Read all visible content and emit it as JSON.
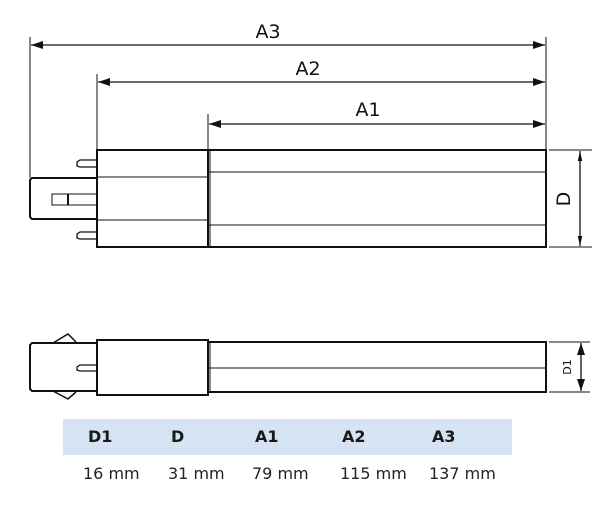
{
  "dimensions": {
    "a3_label": "A3",
    "a2_label": "A2",
    "a1_label": "A1",
    "d_label": "D",
    "d1_label": "D1"
  },
  "table": {
    "headers": [
      "D1",
      "D",
      "A1",
      "A2",
      "A3"
    ],
    "values": [
      "16 mm",
      "31 mm",
      "79 mm",
      "115 mm",
      "137 mm"
    ],
    "header_bg": "#d6e3f3"
  }
}
